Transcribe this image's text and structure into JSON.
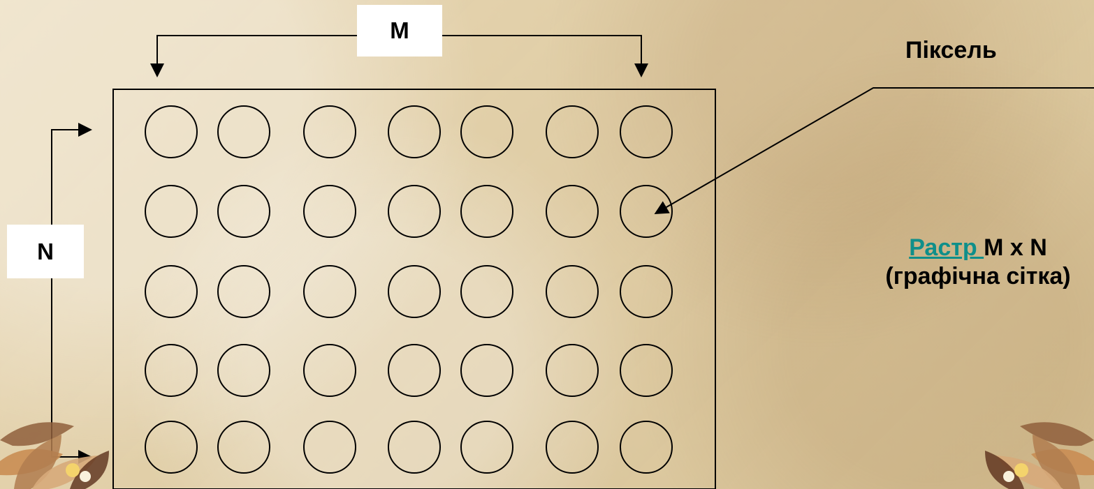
{
  "diagram": {
    "labels": {
      "m": "M",
      "n": "N",
      "pixel": "Піксель"
    },
    "caption": {
      "link": "Растр ",
      "suffix": "M x N",
      "second_line": "(графічна сітка)"
    },
    "grid": {
      "columns": 7,
      "rows": 5
    },
    "colors": {
      "background": "#e3cfa4",
      "stroke": "#000000",
      "link": "#0f8f8a",
      "label_background": "#ffffff"
    },
    "icons": {
      "left_ornament": "floral-corner-ornament",
      "right_ornament": "floral-corner-ornament"
    }
  }
}
